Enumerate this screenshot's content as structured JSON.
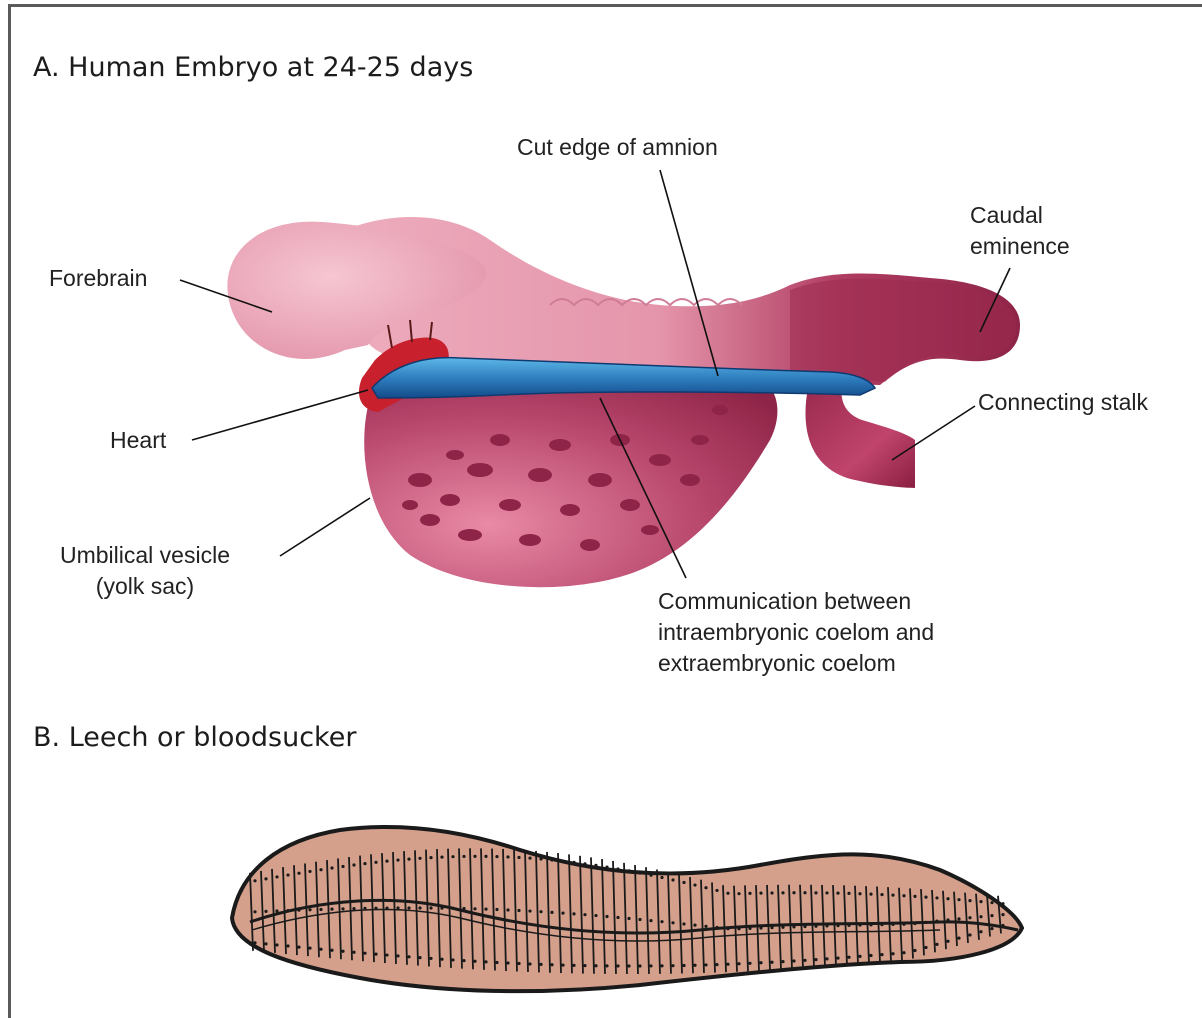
{
  "panel_a": {
    "title": "A. Human Embryo at 24-25 days",
    "labels": {
      "forebrain": "Forebrain",
      "heart": "Heart",
      "umbilical_vesicle": [
        "Umbilical vesicle",
        "(yolk sac)"
      ],
      "cut_edge": "Cut edge of amnion",
      "caudal_eminence": [
        "Caudal",
        "eminence"
      ],
      "connecting_stalk": "Connecting stalk",
      "communication": [
        "Communication between",
        "intraembryonic coelom and",
        "extraembryonic coelom"
      ]
    }
  },
  "panel_b": {
    "title": "B. Leech or bloodsucker"
  },
  "colors": {
    "frame": "#5a5a5a",
    "embryo_pink": "#e8a4b6",
    "embryo_dark": "#8e2447",
    "amnion_blue": "#2f7fc0",
    "heart_red": "#c8202c",
    "leech_fill": "#d4a08c",
    "leech_outline": "#1a1a1a"
  }
}
